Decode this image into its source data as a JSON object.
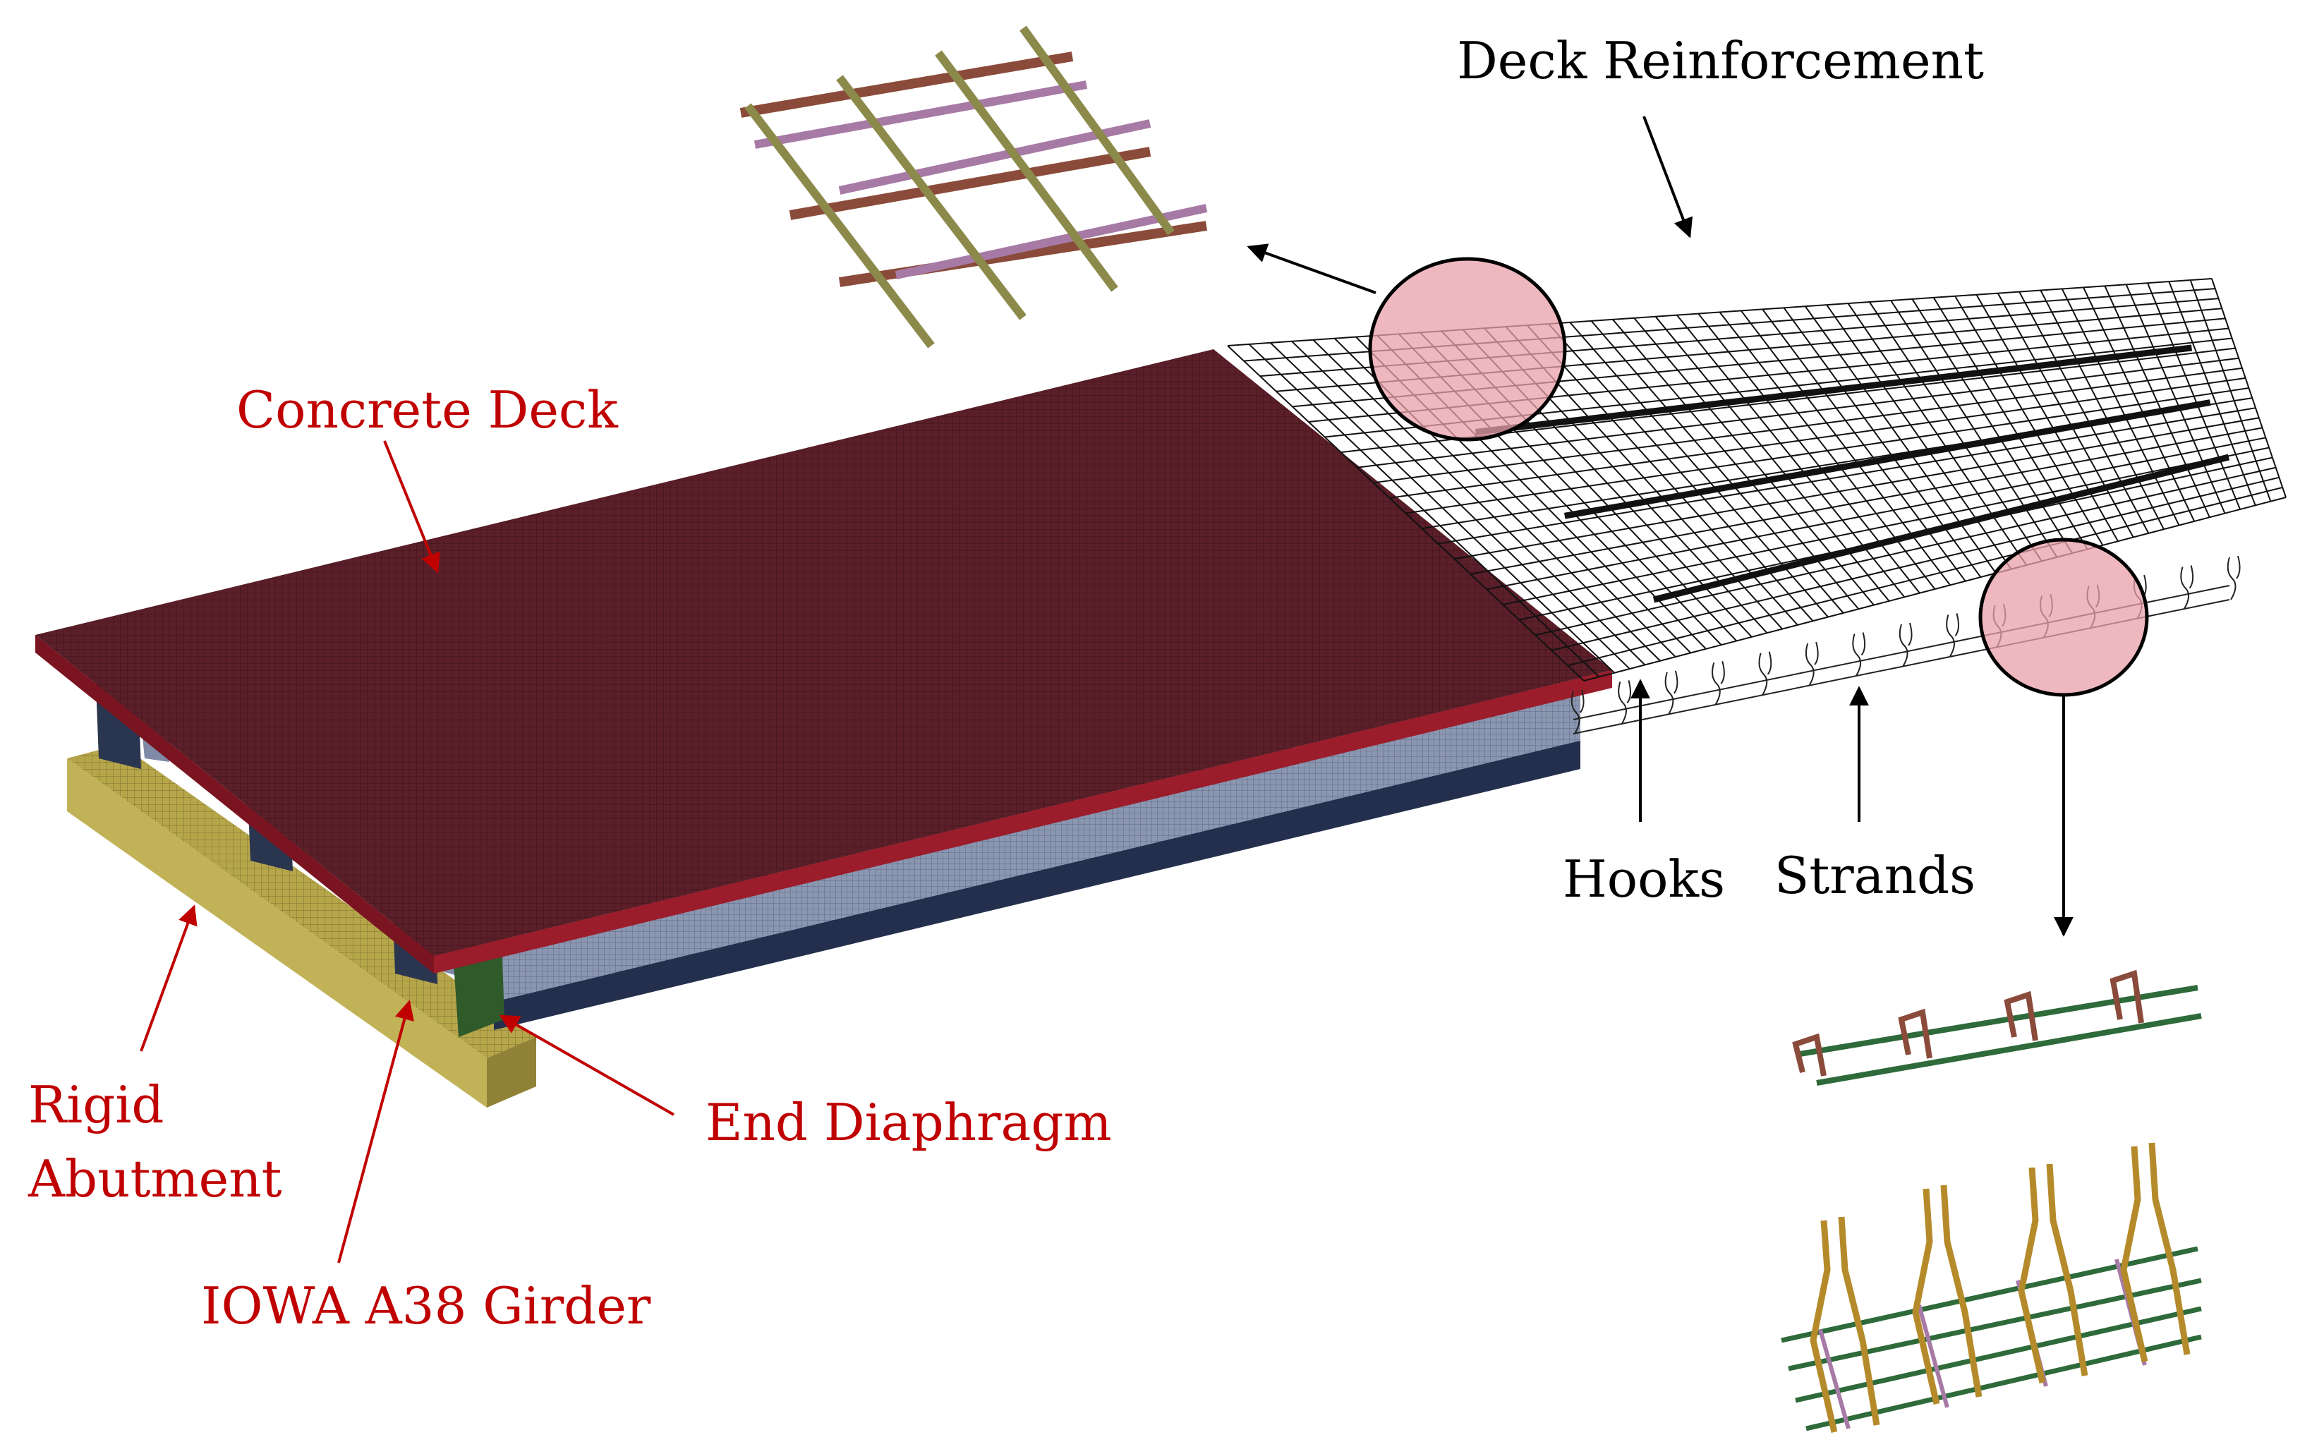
{
  "labels": {
    "deck_reinforcement": "Deck Reinforcement",
    "concrete_deck": "Concrete Deck",
    "hooks": "Hooks",
    "strands": "Strands",
    "rigid": "Rigid",
    "abutment": "Abutment",
    "end_diaphragm": "End Diaphragm",
    "girder": "IOWA A38 Girder"
  },
  "colors": {
    "label_red": "#c00000",
    "label_black": "#000000",
    "deck_top": "#5a1f28",
    "deck_edge": "#9b1c2a",
    "girder_blue": "#2a3550",
    "girder_web": "#7f8aa6",
    "abutment_yellow": "#b6a64a",
    "diaphragm_green": "#2f5a2a",
    "highlight_pink": "#e8a0a8",
    "rebar_purple": "#a77aa6",
    "rebar_brown": "#8a4b3a",
    "rebar_olive": "#8c8a4a",
    "strand_green": "#2e6a3a",
    "hook_gold": "#b58a2a"
  }
}
